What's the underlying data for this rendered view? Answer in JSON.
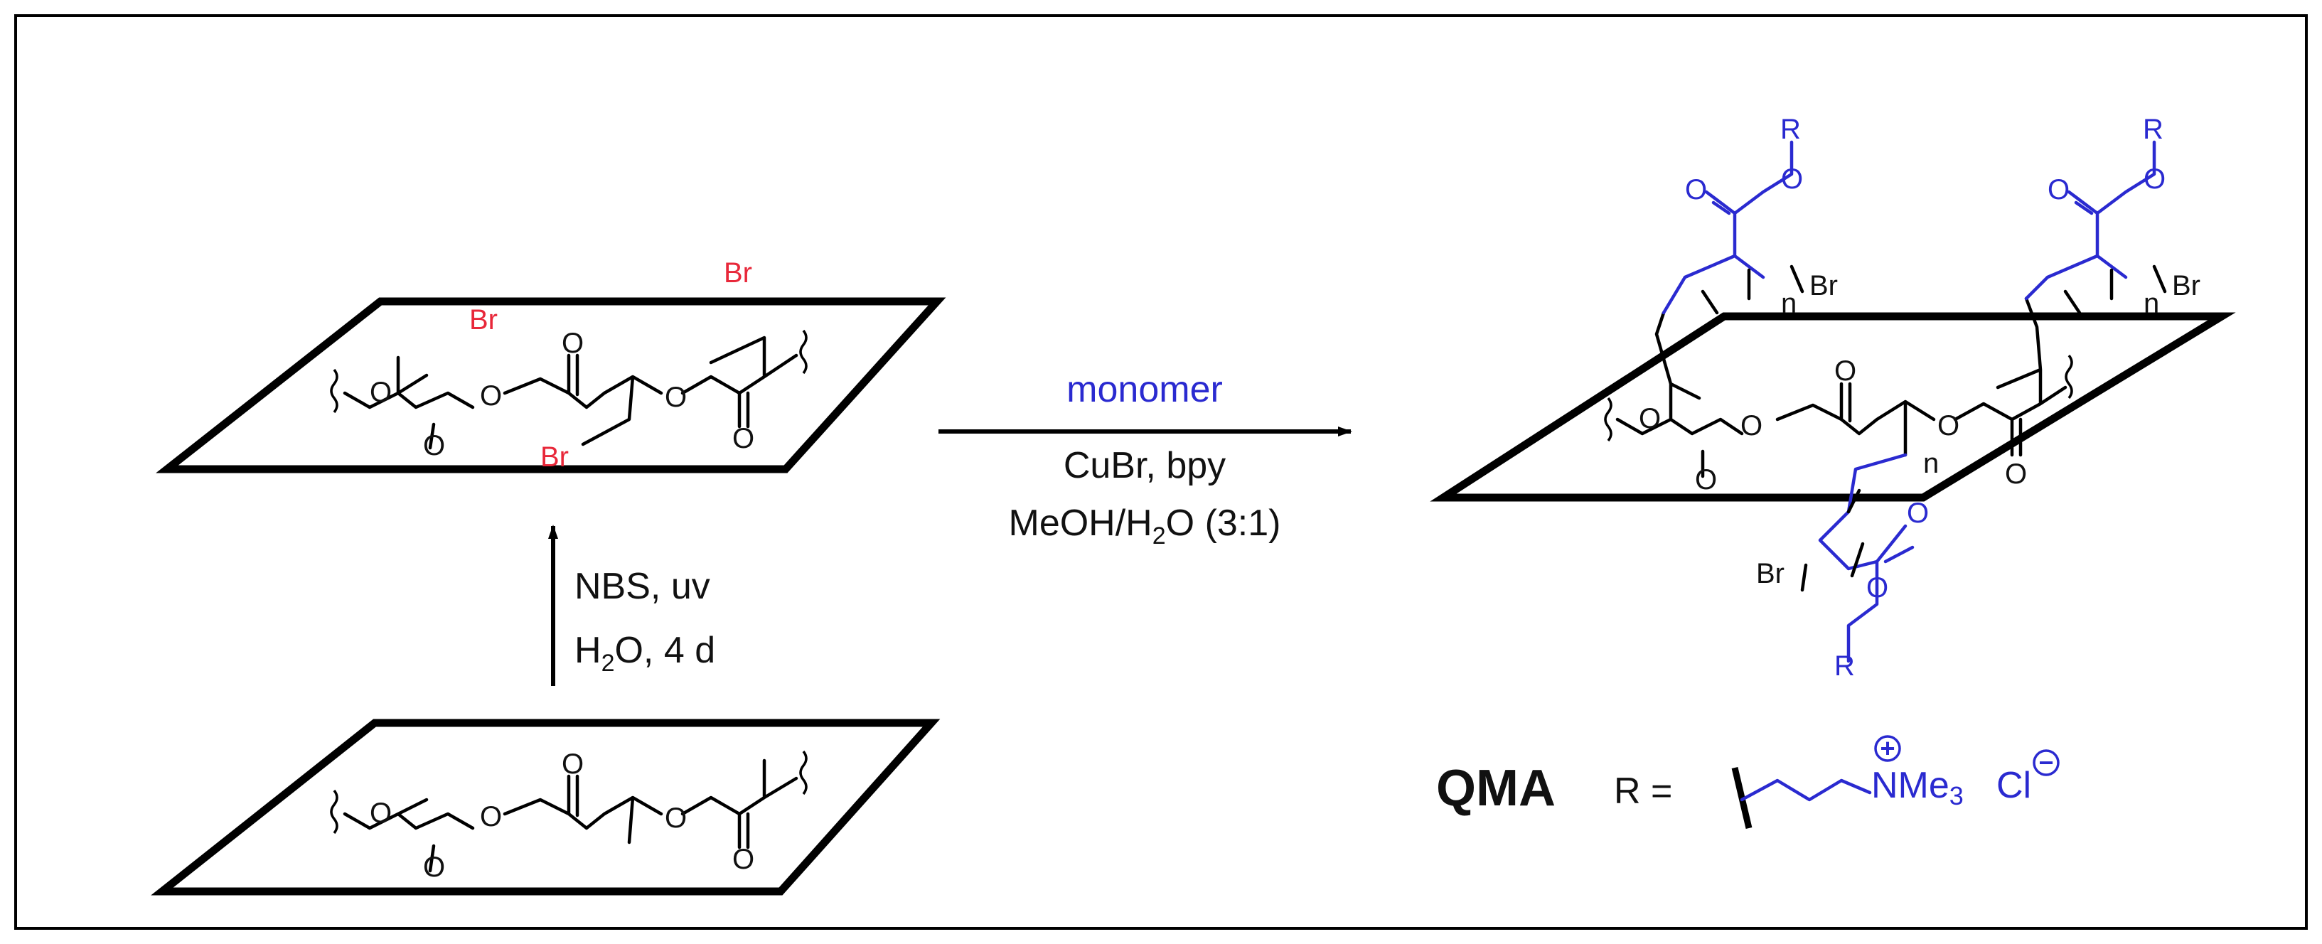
{
  "diagram": {
    "top_plate": {
      "atoms": {
        "br_top": "Br",
        "br_middle": "Br",
        "br_bottom": "Br",
        "o": "O"
      }
    },
    "bottom_plate": {
      "atoms": {
        "o": "O"
      }
    },
    "vertical_step": {
      "line1": "NBS, uv",
      "line2_pre": "H",
      "line2_sub": "2",
      "line2_post": "O, 4 d"
    },
    "horizontal_step": {
      "above": "monomer",
      "below1": "CuBr, bpy",
      "below2_pre": "MeOH/H",
      "below2_sub": "2",
      "below2_post": "O (3:1)"
    },
    "product": {
      "atoms": {
        "o": "O",
        "r": "R",
        "br": "Br",
        "n": "n"
      }
    },
    "legend": {
      "name": "QMA",
      "r_equals": "R =",
      "n_pre": "NMe",
      "n_sub": "3",
      "chloride": "Cl",
      "plus": "+",
      "minus": "−"
    },
    "colors": {
      "monomer_blue": "#2a2ad0",
      "bromine_red": "#e8283a",
      "frame": "#000000"
    }
  }
}
